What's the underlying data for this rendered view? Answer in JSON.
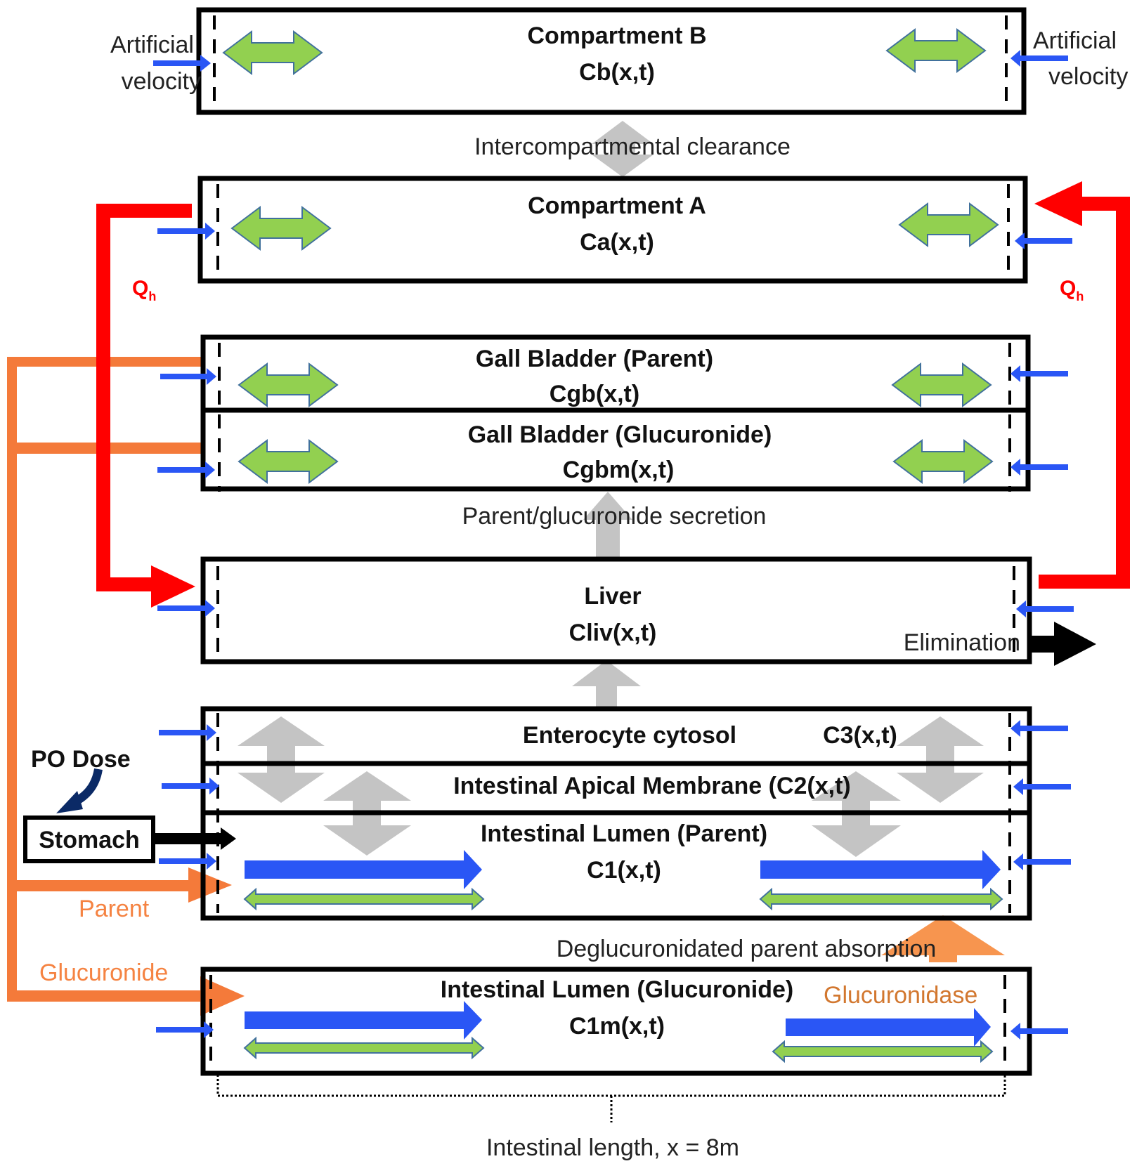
{
  "diagram": {
    "compartments": [
      {
        "id": "compartment-b",
        "title": "Compartment B",
        "variable": "Cb(x,t)"
      },
      {
        "id": "compartment-a",
        "title": "Compartment A",
        "variable": "Ca(x,t)"
      },
      {
        "id": "gall-bladder-parent",
        "title": "Gall Bladder (Parent)",
        "variable": "Cgb(x,t)"
      },
      {
        "id": "gall-bladder-glucuronide",
        "title": "Gall Bladder (Glucuronide)",
        "variable": "Cgbm(x,t)"
      },
      {
        "id": "liver",
        "title": "Liver",
        "variable": "Cliv(x,t)"
      },
      {
        "id": "enterocyte-cytosol",
        "title": "Enterocyte cytosol",
        "variable": "C3(x,t)"
      },
      {
        "id": "intestinal-apical-membrane",
        "title": "Intestinal Apical Membrane (C2(x,t)",
        "variable": ""
      },
      {
        "id": "intestinal-lumen-parent",
        "title": "Intestinal Lumen (Parent)",
        "variable": "C1(x,t)"
      },
      {
        "id": "intestinal-lumen-glucuronide",
        "title": "Intestinal Lumen (Glucuronide)",
        "variable": "C1m(x,t)"
      }
    ],
    "labels": {
      "artificial_velocity_left_1": "Artificial",
      "artificial_velocity_left_2": "velocity",
      "artificial_velocity_right_1": "Artificial",
      "artificial_velocity_right_2": "velocity",
      "intercompartmental_clearance": "Intercompartmental clearance",
      "qh_left": "Q",
      "qh_left_sub": "h",
      "qh_right": "Q",
      "qh_right_sub": "h",
      "parent_glucuronide_secretion": "Parent/glucuronide secretion",
      "elimination": "Elimination",
      "po_dose": "PO Dose",
      "stomach": "Stomach",
      "parent": "Parent",
      "glucuronide": "Glucuronide",
      "deglucuronidated_absorption": "Deglucuronidated parent absorption",
      "glucuronidase": "Glucuronidase",
      "intestinal_length": "Intestinal length, x = 8m"
    },
    "colors": {
      "box_stroke": "#000000",
      "artificial_velocity": "#2a56f5",
      "dispersion": "#92d050",
      "dispersion_stroke": "#41719c",
      "hepatic_flow": "#ff0000",
      "biliary_route": "#f47a3a",
      "exchange": "#c4c4c4",
      "po_dose_arrow": "#0b2a66",
      "glucuronidase_arrow": "#f7954f"
    }
  }
}
